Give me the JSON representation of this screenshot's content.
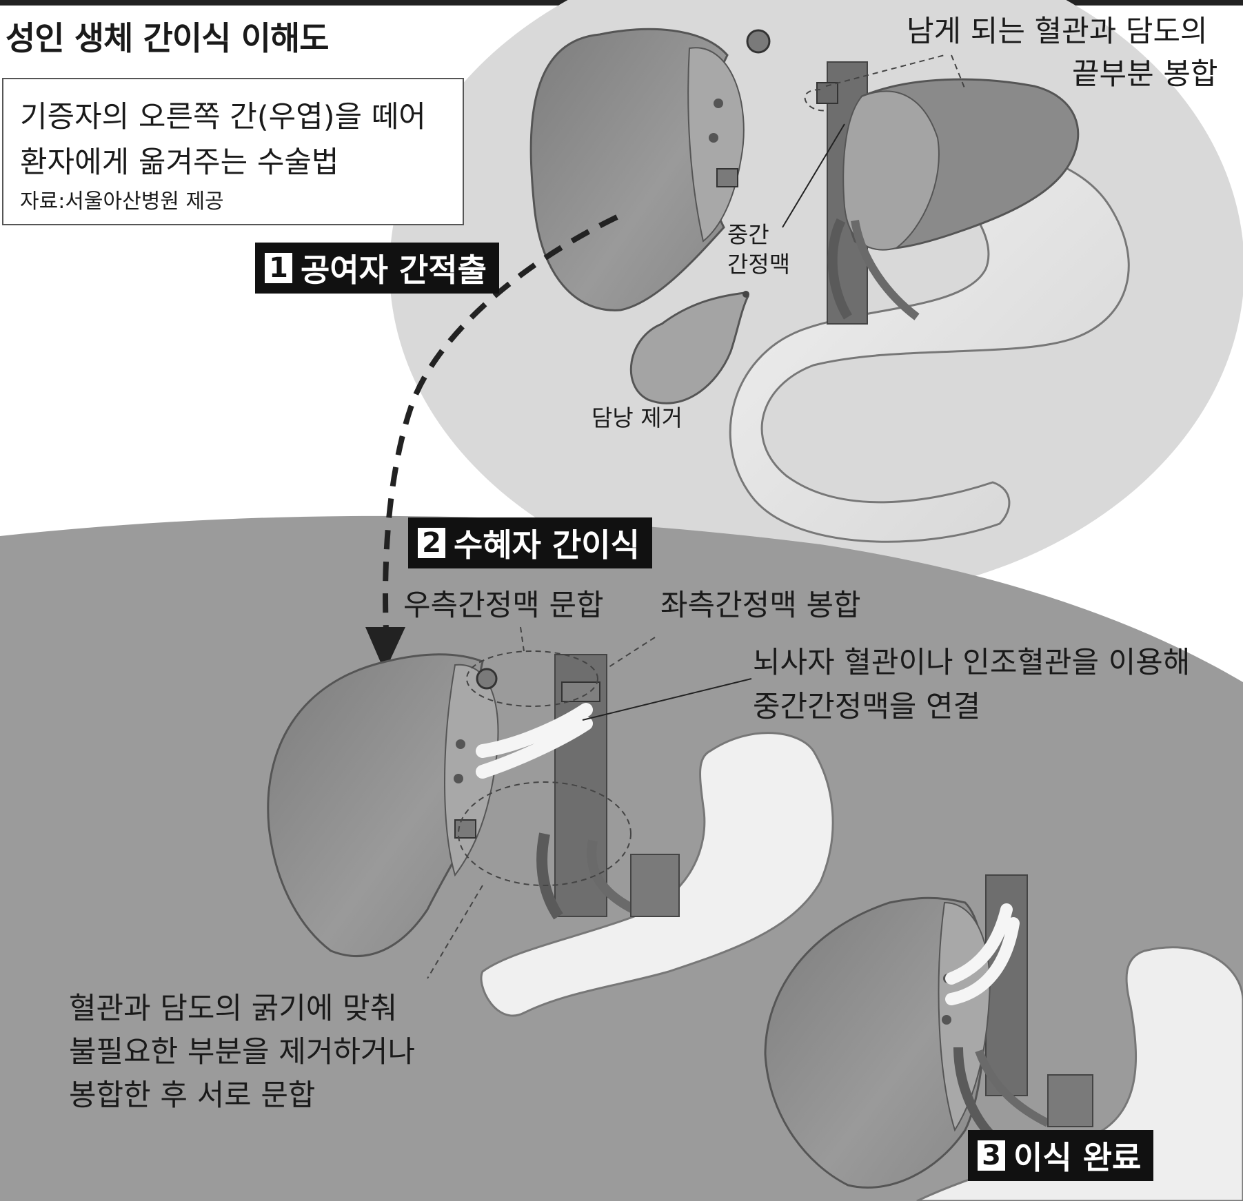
{
  "title": "성인 생체 간이식 이해도",
  "info": {
    "line1": "기증자의 오른쪽 간(우엽)을 떼어",
    "line2": "환자에게 옮겨주는 수술법",
    "source": "자료:서울아산병원 제공"
  },
  "steps": [
    {
      "number": "1",
      "label": "공여자 간적출"
    },
    {
      "number": "2",
      "label": "수혜자 간이식"
    },
    {
      "number": "3",
      "label": "이식 완료"
    }
  ],
  "annotations": {
    "remaining_line1": "남게 되는 혈관과 담도의",
    "remaining_line2": "끝부분 봉합",
    "middle_vein_line1": "중간",
    "middle_vein_line2": "간정맥",
    "gallbladder": "담낭 제거",
    "right_vein": "우측간정맥 문합",
    "left_vein": "좌측간정맥 봉합",
    "connect_line1": "뇌사자 혈관이나 인조혈관을 이용해",
    "connect_line2": "중간간정맥을 연결",
    "bottom_line1": "혈관과 담도의 굵기에 맞춰",
    "bottom_line2": "불필요한 부분을 제거하거나",
    "bottom_line3": "봉합한 후 서로 문합"
  },
  "colors": {
    "top_background": "#d9d9d9",
    "bottom_background": "#9b9b9b",
    "liver": "#8c8c8c",
    "liver_cut": "#a5a5a5",
    "stomach": "#eaeaea",
    "vessel": "#6e6e6e",
    "graft": "#f5f5f5",
    "label_bg": "#111111"
  }
}
